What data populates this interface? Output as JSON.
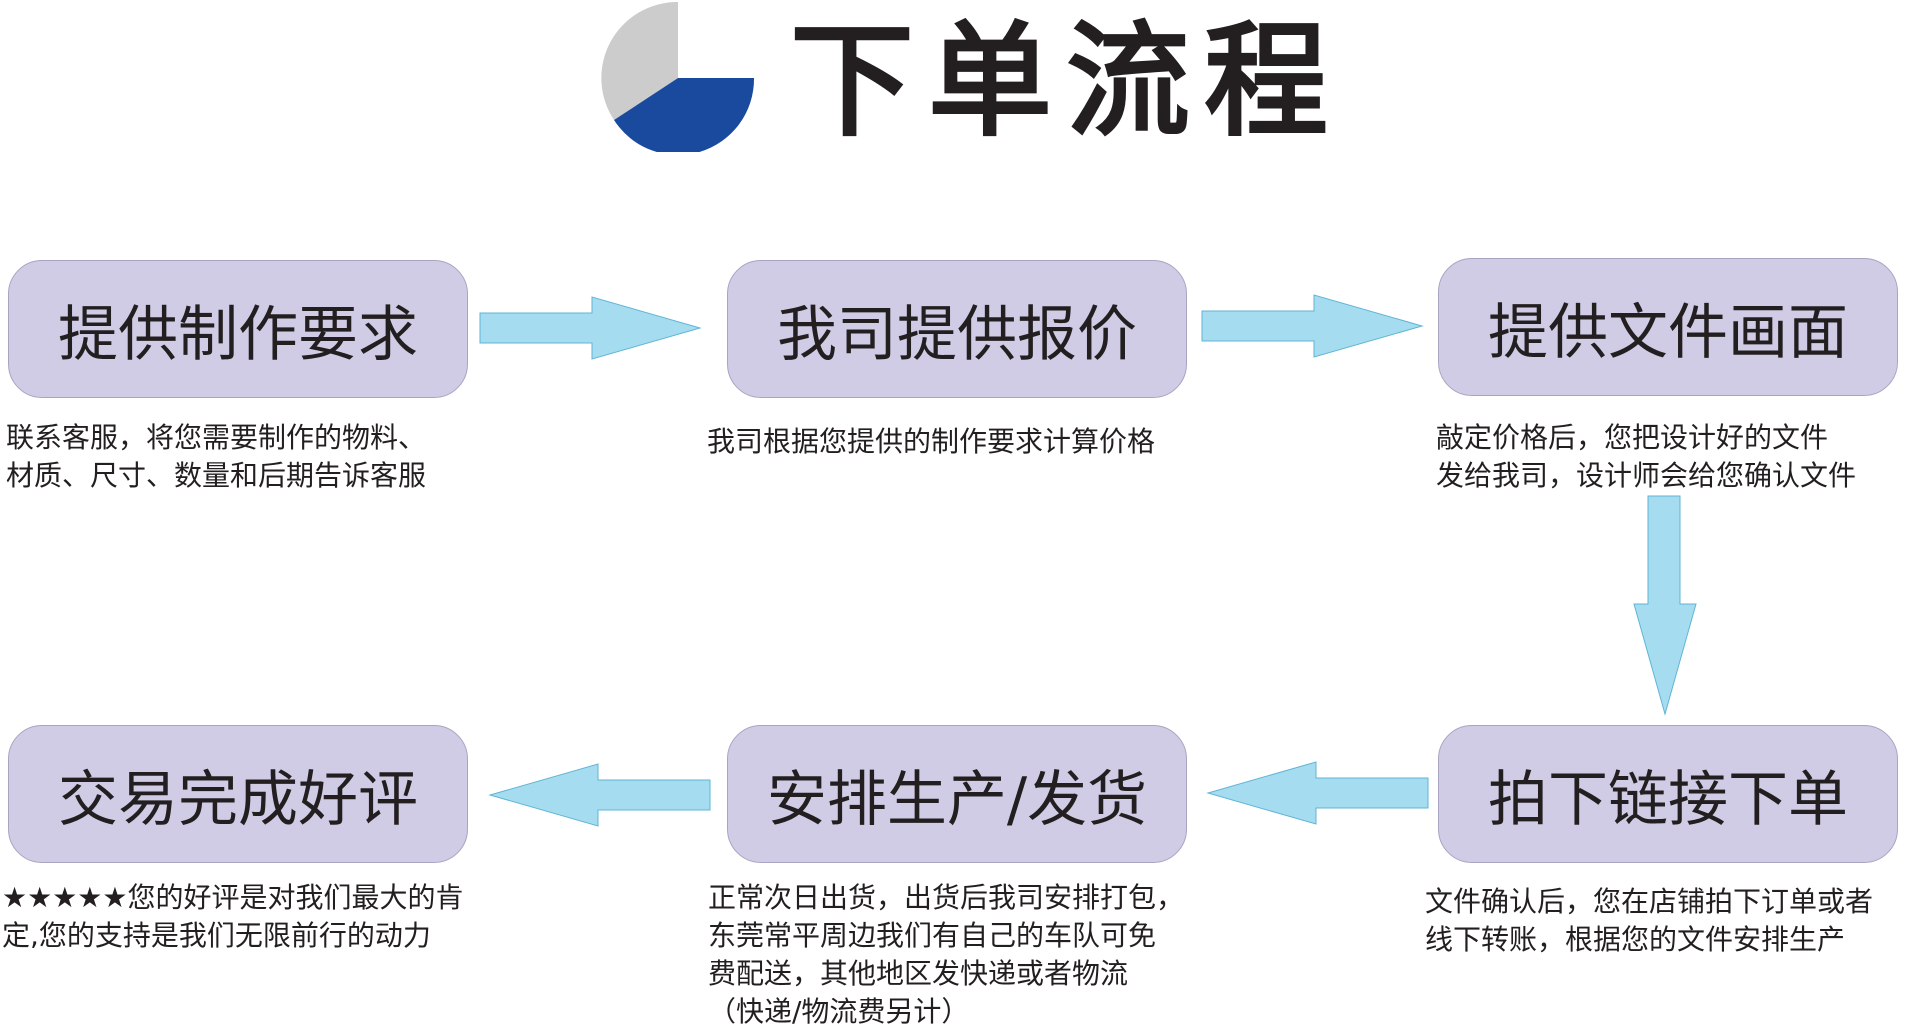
{
  "header": {
    "title": "下单流程",
    "logo_colors": {
      "grey": "#cccccc",
      "blue": "#1a4a9e"
    }
  },
  "colors": {
    "step_fill": "#d0cce6",
    "arrow_fill": "#a6dcf0",
    "text": "#231f20"
  },
  "steps": [
    {
      "label": "提供制作要求",
      "desc": [
        "联系客服，将您需要制作的物料、",
        "材质、尺寸、数量和后期告诉客服"
      ]
    },
    {
      "label": "我司提供报价",
      "desc": [
        "我司根据您提供的制作要求计算价格"
      ]
    },
    {
      "label": "提供文件画面",
      "desc": [
        "敲定价格后，您把设计好的文件",
        "发给我司，设计师会给您确认文件"
      ]
    },
    {
      "label": "拍下链接下单",
      "desc": [
        "文件确认后，您在店铺拍下订单或者",
        "线下转账，根据您的文件安排生产"
      ]
    },
    {
      "label": "安排生产/发货",
      "desc": [
        "正常次日出货，出货后我司安排打包，",
        "东莞常平周边我们有自己的车队可免",
        "费配送，其他地区发快递或者物流",
        "（快递/物流费另计）"
      ]
    },
    {
      "label": "交易完成好评",
      "desc": [
        "★★★★★您的好评是对我们最大的肯",
        "定,您的支持是我们无限前行的动力"
      ]
    }
  ]
}
